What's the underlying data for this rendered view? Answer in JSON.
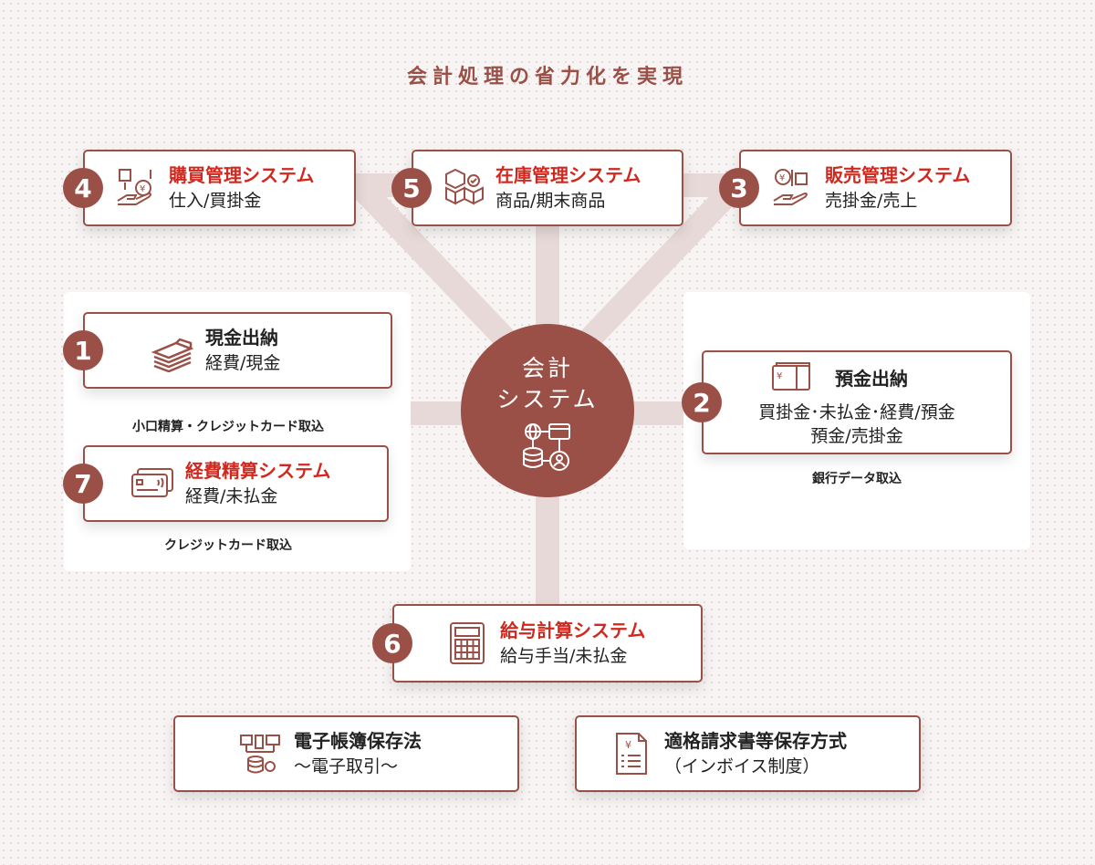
{
  "title": "会計処理の省力化を実現",
  "center": {
    "line1": "会計",
    "line2": "システム",
    "icon": "network-database-icon"
  },
  "boxes": {
    "purchase": {
      "num": "4",
      "title": "購買管理システム",
      "sub": "仕入/買掛金",
      "icon": "purchase-hand-icon"
    },
    "inventory": {
      "num": "5",
      "title": "在庫管理システム",
      "sub": "商品/期末商品",
      "icon": "boxes-icon"
    },
    "sales": {
      "num": "3",
      "title": "販売管理システム",
      "sub": "売掛金/売上",
      "icon": "sales-hand-icon"
    },
    "cash": {
      "num": "1",
      "title": "現金出納",
      "sub": "経費/現金",
      "icon": "cash-stack-icon"
    },
    "expense": {
      "num": "7",
      "title": "経費精算システム",
      "sub": "経費/未払金",
      "icon": "credit-card-icon"
    },
    "deposit": {
      "num": "2",
      "title": "預金出納",
      "sub": "買掛金･未払金･経費/預金",
      "sub2": "預金/売掛金",
      "icon": "bankbook-icon"
    },
    "payroll": {
      "num": "6",
      "title": "給与計算システム",
      "sub": "給与手当/未払金",
      "icon": "calculator-icon"
    }
  },
  "captions": {
    "cash": "小口精算・クレジットカード取込",
    "expense": "クレジットカード取込",
    "deposit": "銀行データ取込"
  },
  "bottom": [
    {
      "title": "電子帳簿保存法",
      "sub": "～電子取引～",
      "icon": "computers-database-icon"
    },
    {
      "title": "適格請求書等保存方式",
      "sub": "（インボイス制度）",
      "icon": "invoice-icon"
    }
  ],
  "colors": {
    "accent": "#9b5047",
    "red": "#d0281e",
    "connector": "#e6d9d7"
  }
}
